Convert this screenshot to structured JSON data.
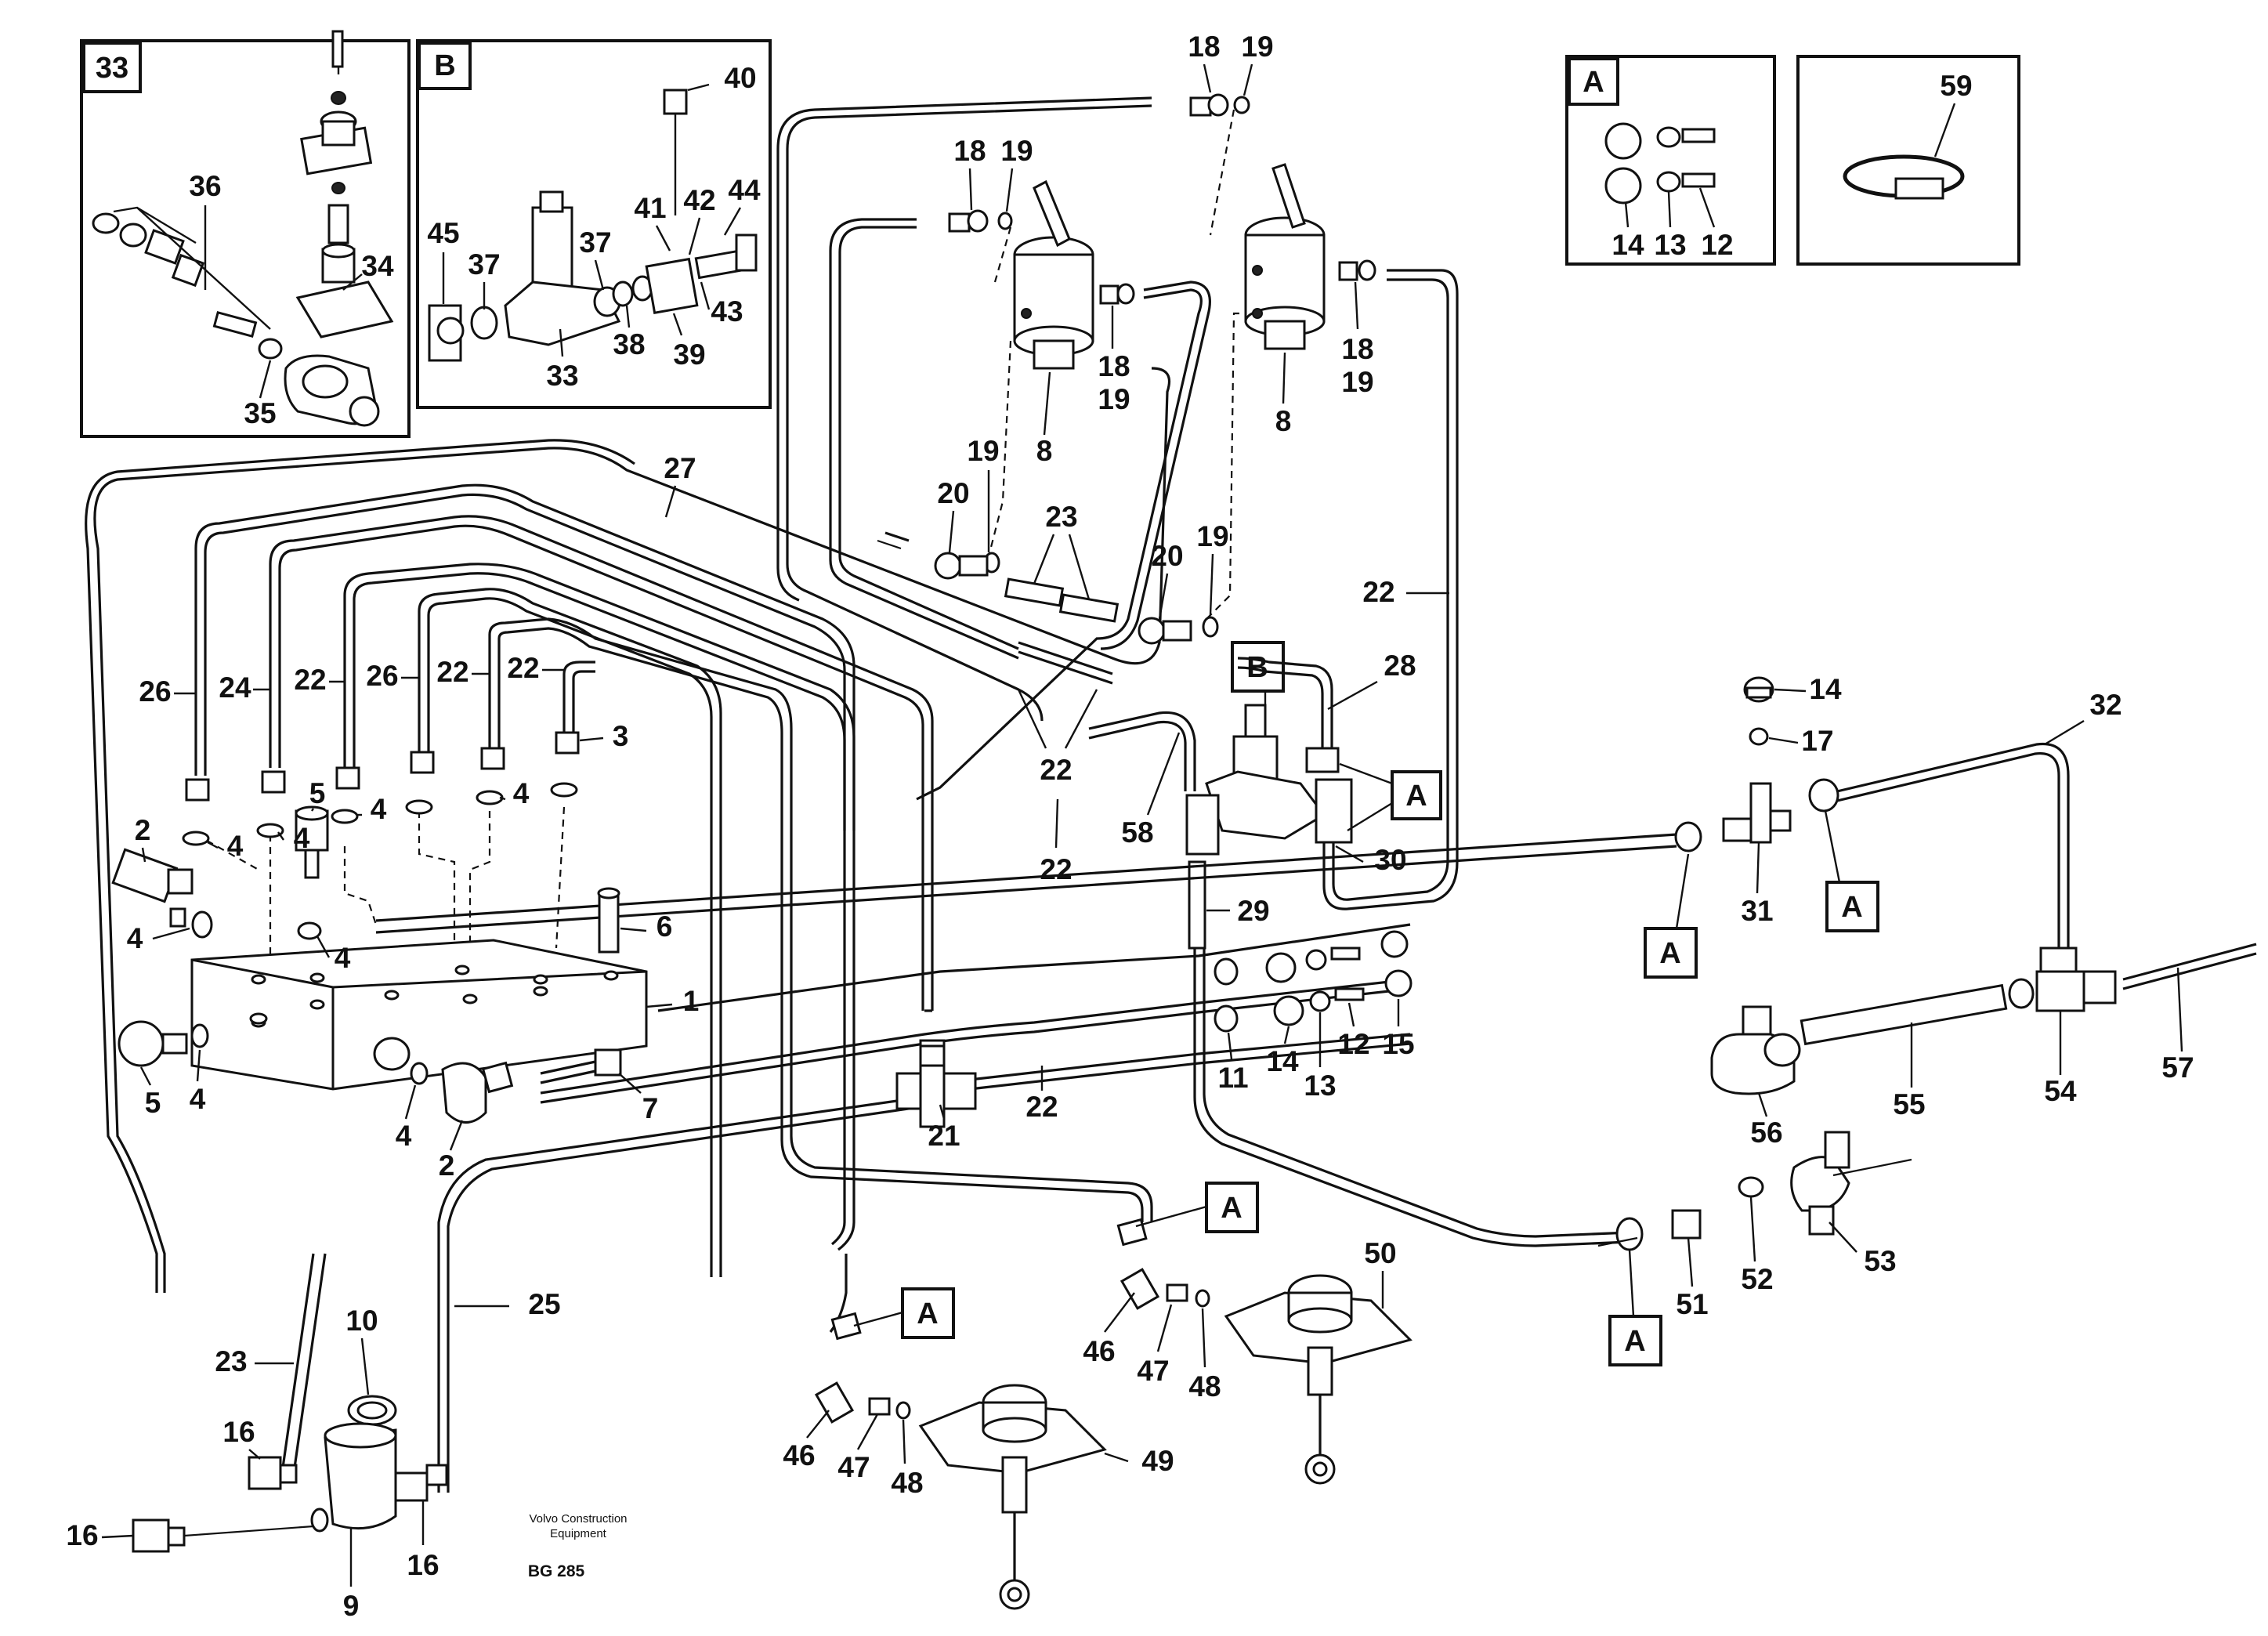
{
  "insets": {
    "inset_33": {
      "title": "33",
      "labels": [
        "36",
        "34",
        "35"
      ]
    },
    "inset_B": {
      "title": "B",
      "labels": [
        "40",
        "45",
        "37",
        "37",
        "41",
        "42",
        "44",
        "43",
        "33",
        "38",
        "39"
      ]
    },
    "inset_A": {
      "title": "A",
      "labels": [
        "14",
        "13",
        "12"
      ]
    },
    "inset_59": {
      "labels": [
        "59"
      ]
    }
  },
  "callouts": {
    "A": "A",
    "B": "B"
  },
  "labels": {
    "n1": "1",
    "n2a": "2",
    "n2b": "2",
    "n3": "3",
    "n4a": "4",
    "n4b": "4",
    "n4c": "4",
    "n4d": "4",
    "n4e": "4",
    "n4f": "4",
    "n4g": "4",
    "n5a": "5",
    "n5b": "5",
    "n6": "6",
    "n7": "7",
    "n8a": "8",
    "n8b": "8",
    "n9": "9",
    "n10": "10",
    "n11": "11",
    "n12": "12",
    "n13": "13",
    "n14a": "14",
    "n14b": "14",
    "n15": "15",
    "n16a": "16",
    "n16b": "16",
    "n16c": "16",
    "n17": "17",
    "n18a": "18",
    "n18b": "18",
    "n18c": "18",
    "n18d": "18",
    "n19a": "19",
    "n19b": "19",
    "n19c": "19",
    "n19d": "19",
    "n19e": "19",
    "n19f": "19",
    "n20a": "20",
    "n20b": "20",
    "n21": "21",
    "n22a": "22",
    "n22b": "22",
    "n22c": "22",
    "n22d": "22",
    "n22e": "22",
    "n22f": "22",
    "n22g": "22",
    "n23a": "23",
    "n23b": "23",
    "n24": "24",
    "n25": "25",
    "n26a": "26",
    "n26b": "26",
    "n27": "27",
    "n28": "28",
    "n29": "29",
    "n30": "30",
    "n31": "31",
    "n32": "32",
    "n46a": "46",
    "n46b": "46",
    "n47a": "47",
    "n47b": "47",
    "n48a": "48",
    "n48b": "48",
    "n49": "49",
    "n50": "50",
    "n51": "51",
    "n52": "52",
    "n53": "53",
    "n54": "54",
    "n55": "55",
    "n56": "56",
    "n57": "57",
    "n58": "58"
  },
  "footer": {
    "maker_line1": "Volvo Construction",
    "maker_line2": "Equipment",
    "code": "BG 285"
  }
}
